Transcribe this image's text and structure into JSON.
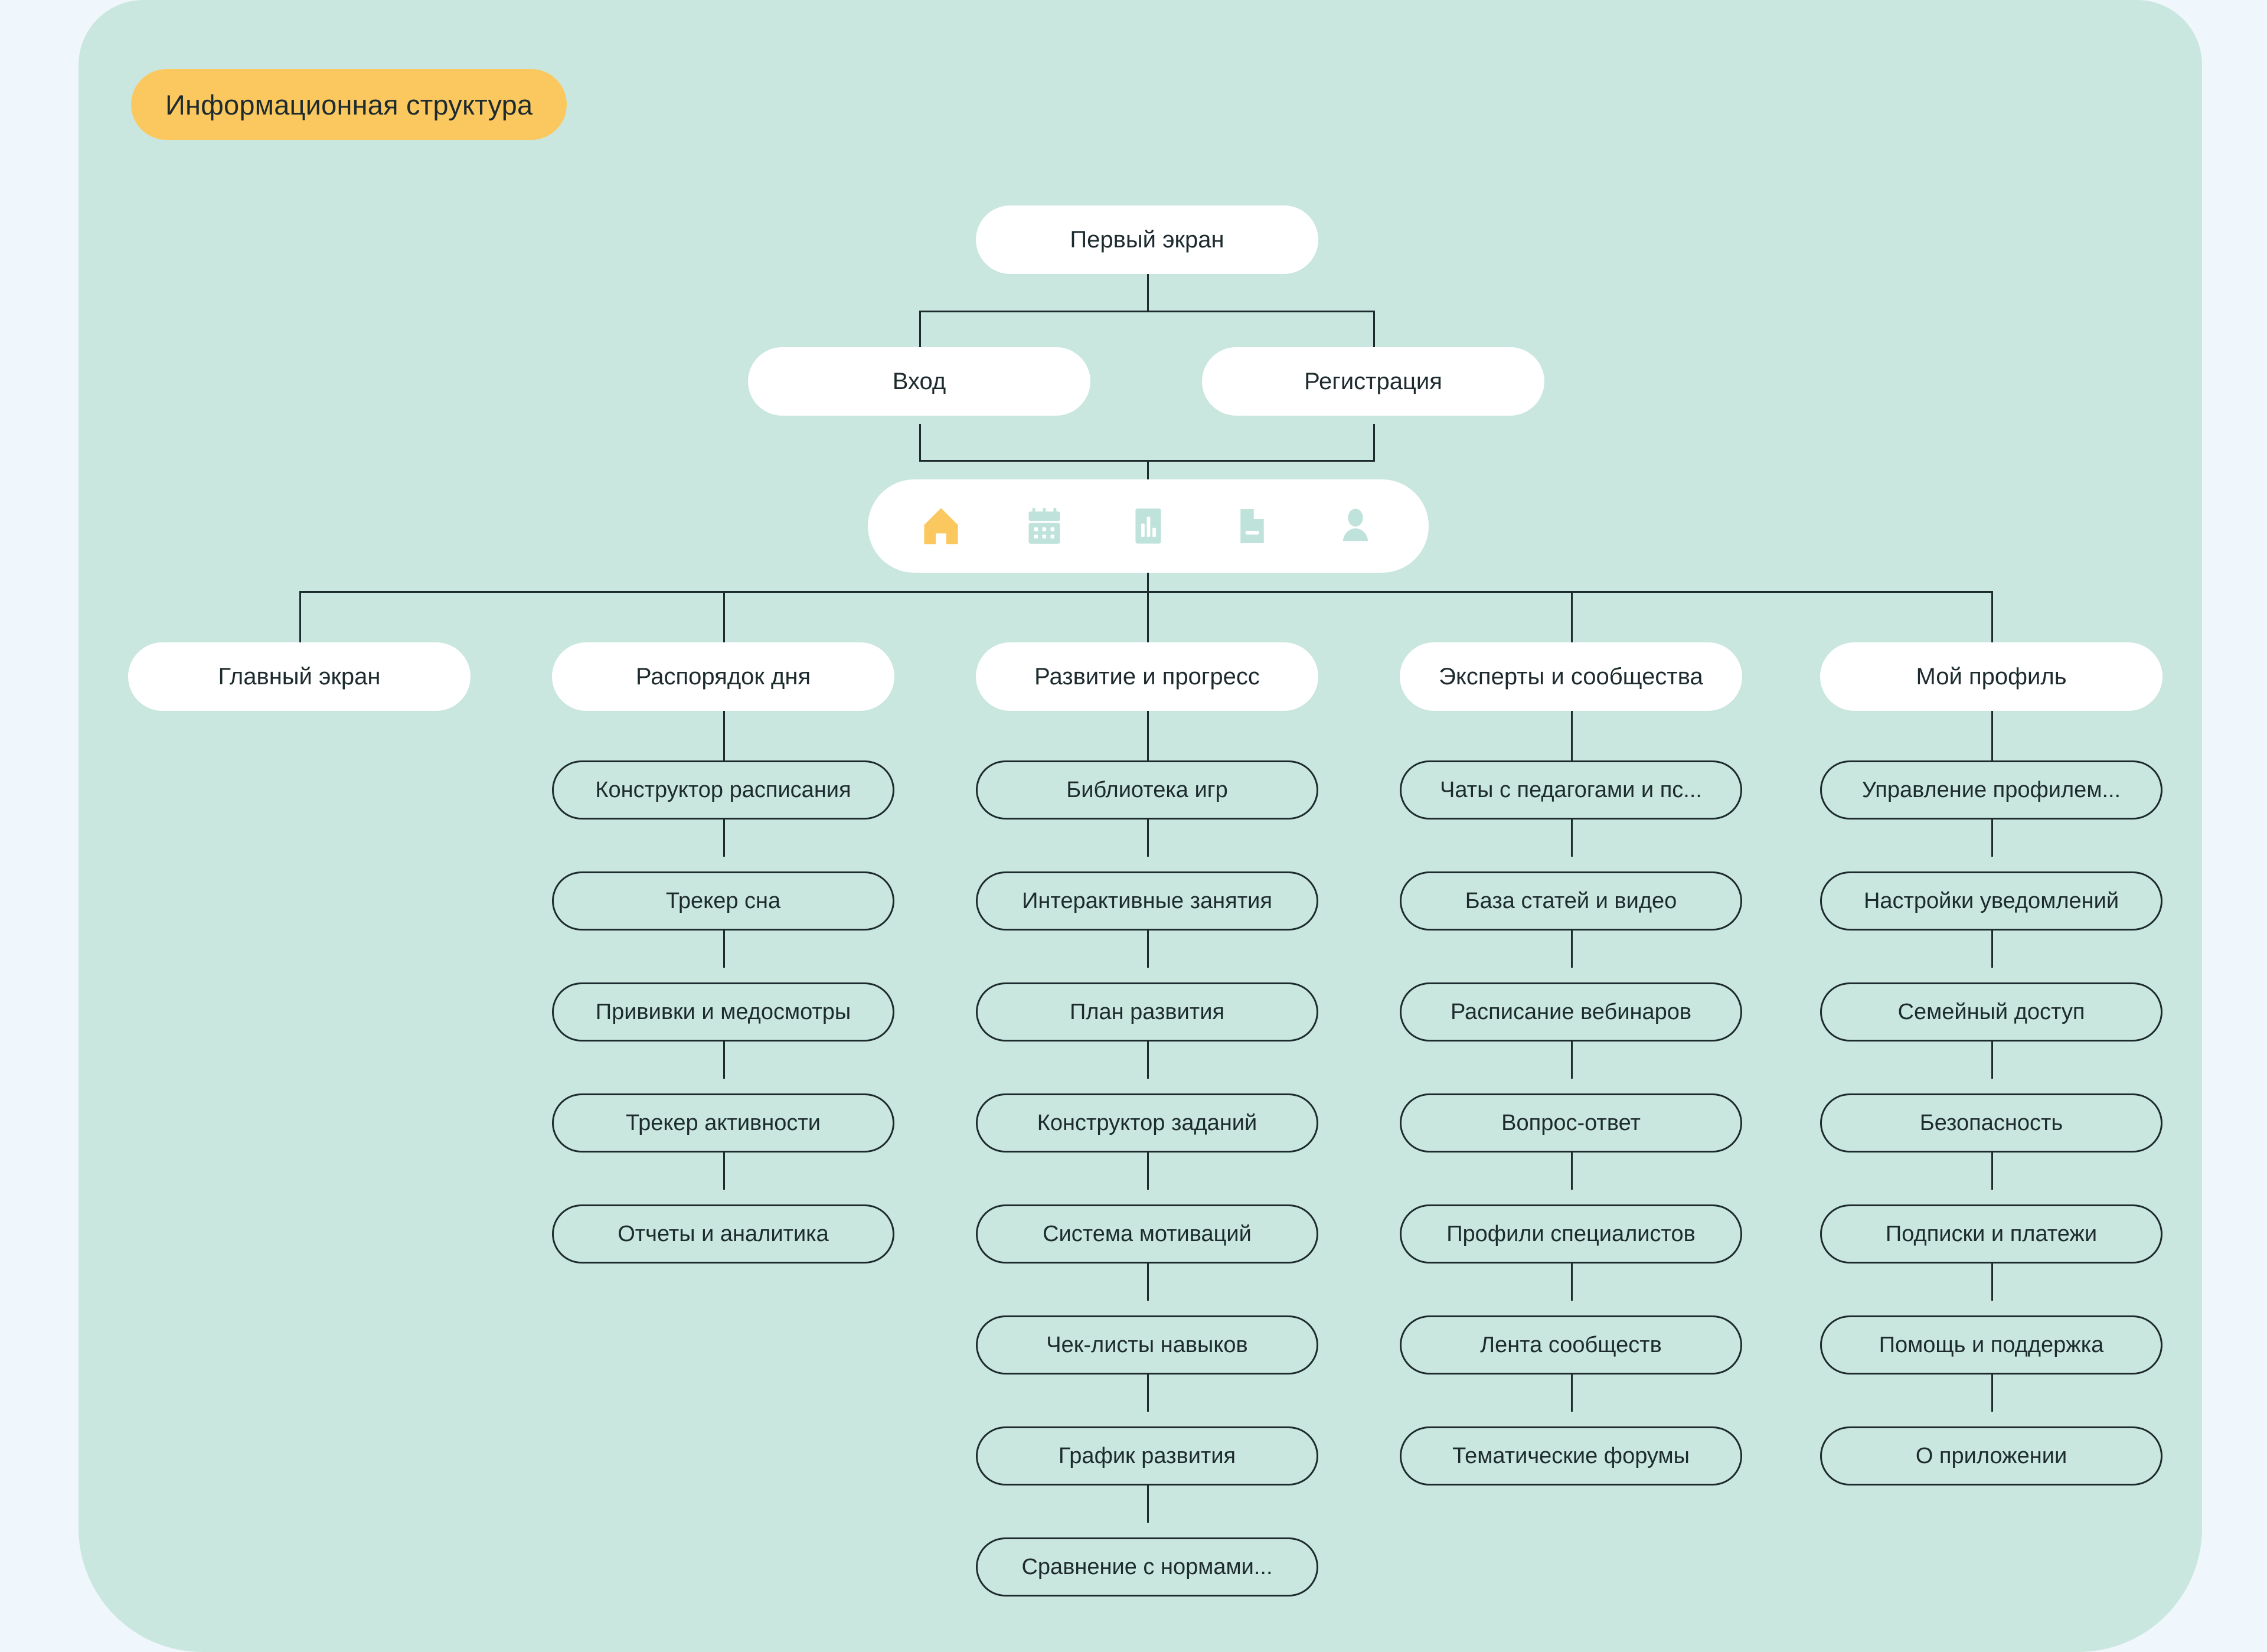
{
  "title": {
    "text": "Информационная структура",
    "badge_color": "#fbc85f"
  },
  "palette": {
    "page_background": "#eff6fc",
    "canvas_background": "#c9e7df",
    "node_white": "#ffffff",
    "stroke": "#1d2b2e",
    "accent": "#fbc85f"
  },
  "tree": {
    "root": {
      "label": "Первый экран"
    },
    "auth": [
      {
        "label": "Вход"
      },
      {
        "label": "Регистрация"
      }
    ],
    "tabbar": {
      "icons": [
        {
          "name": "home-icon",
          "active": true
        },
        {
          "name": "calendar-icon",
          "active": false
        },
        {
          "name": "bar-chart-icon",
          "active": false
        },
        {
          "name": "document-icon",
          "active": false
        },
        {
          "name": "person-icon",
          "active": false
        }
      ]
    },
    "sections": [
      {
        "label": "Главный экран",
        "children": []
      },
      {
        "label": "Распорядок дня",
        "children": [
          "Конструктор расписания",
          "Трекер сна",
          "Прививки и медосмотры",
          "Трекер активности",
          "Отчеты и аналитика"
        ]
      },
      {
        "label": "Развитие и прогресс",
        "children": [
          "Библиотека игр",
          "Интерактивные занятия",
          "План развития",
          "Конструктор заданий",
          "Система мотиваций",
          "Чек-листы навыков",
          "График развития",
          "Сравнение с нормами..."
        ]
      },
      {
        "label": "Эксперты и сообщества",
        "children": [
          "Чаты с педагогами и пс...",
          "База статей и видео",
          "Расписание вебинаров",
          "Вопрос-ответ",
          "Профили специалистов",
          "Лента сообществ",
          "Тематические форумы"
        ]
      },
      {
        "label": "Мой профиль",
        "children": [
          "Управление профилем...",
          "Настройки уведомлений",
          "Семейный доступ",
          "Безопасность",
          "Подписки и платежи",
          "Помощь и поддержка",
          "О приложении"
        ]
      }
    ]
  }
}
